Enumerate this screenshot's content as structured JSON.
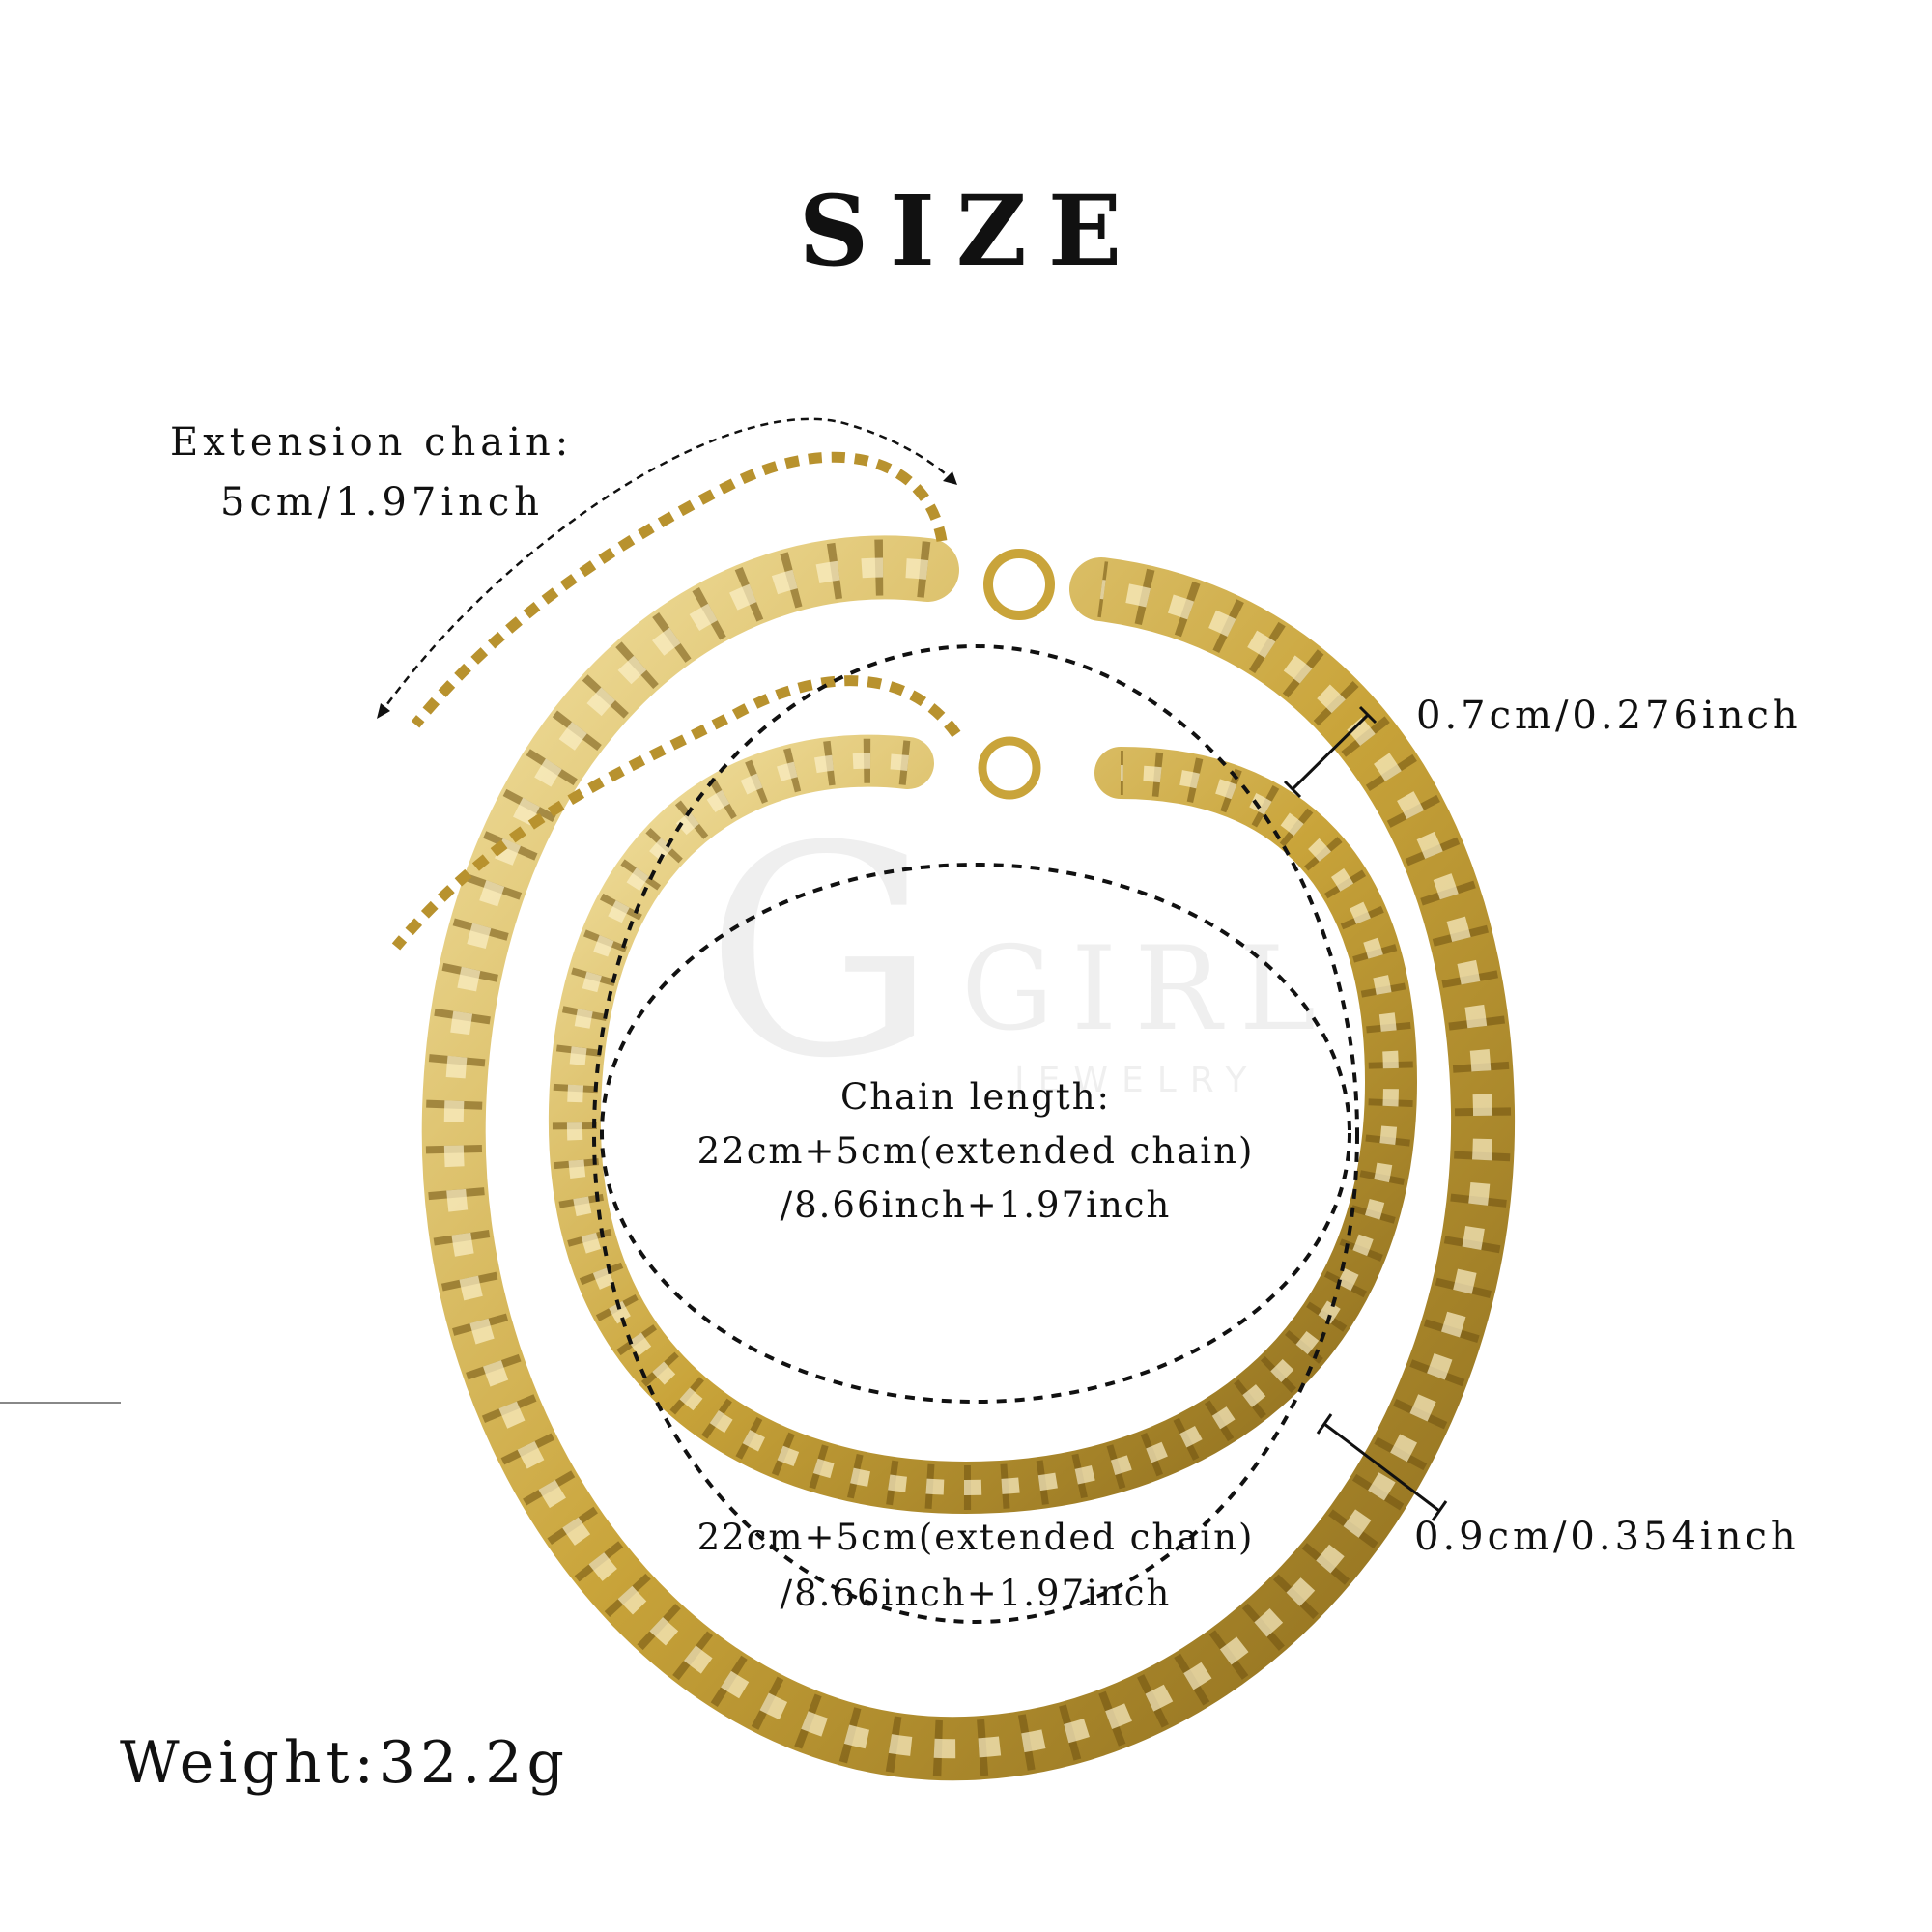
{
  "title": "SIZE",
  "extension_chain": {
    "label": "Extension chain:",
    "value": "5cm/1.97inch"
  },
  "widths": {
    "narrow": "0.7cm/0.276inch",
    "wide": "0.9cm/0.354inch"
  },
  "chain_length": {
    "label": "Chain length:",
    "line1": "22cm+5cm(extended chain)",
    "line2": "/8.66inch+1.97inch"
  },
  "lower_length": {
    "line1": "22cm+5cm(extended chain)",
    "line2": "/8.66inch+1.97inch"
  },
  "weight": "Weight:32.2g",
  "watermark": {
    "brand": "GIRL",
    "sub": "JEWELRY"
  },
  "colors": {
    "gold": "#c9a43a",
    "gold_light": "#f0dc9a",
    "gold_dark": "#7a5a12",
    "text": "#111111"
  }
}
